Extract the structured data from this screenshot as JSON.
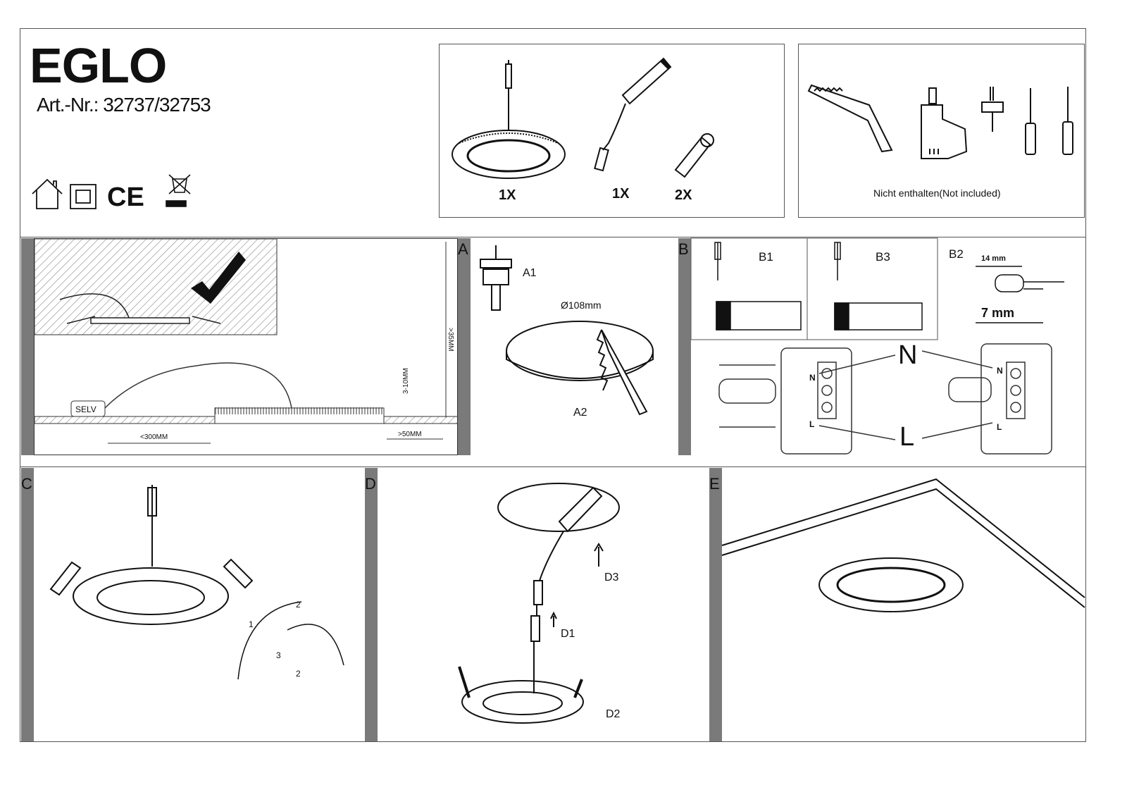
{
  "header": {
    "brand": "EGLO",
    "article_number": "Art.-Nr.: 32737/32753",
    "symbols": [
      "indoor-house-icon",
      "class-ii-double-square-icon",
      "ce-mark-icon",
      "weee-crossed-bin-icon"
    ],
    "ce_text": "CE"
  },
  "contents": {
    "items": [
      {
        "name": "led-panel",
        "qty": "1X"
      },
      {
        "name": "driver",
        "qty": "1X"
      },
      {
        "name": "spring-clip",
        "qty": "2X"
      }
    ]
  },
  "tools": {
    "icons": [
      "saw-icon",
      "drill-icon",
      "hole-saw-icon",
      "flat-screwdriver-icon",
      "phillips-screwdriver-icon"
    ],
    "note": "Nicht enthalten(Not included)"
  },
  "diagram_install": {
    "selv": "SELV",
    "dim_300": "<300MM",
    "dim_50": ">50MM",
    "dim_35": ">35MM",
    "dim_3_10": "3-10MM"
  },
  "sections": {
    "a": {
      "label": "A",
      "a1": "A1",
      "a2": "A2",
      "diameter": "Ø108mm"
    },
    "b": {
      "label": "B",
      "b1": "B1",
      "b3": "B3",
      "b2": "B2",
      "dim_14": "14 mm",
      "dim_7": "7 mm",
      "n": "N",
      "l": "L",
      "n_small": "N",
      "l_small": "L"
    },
    "c": {
      "label": "C",
      "step1": "1",
      "step2": "2",
      "step3": "3",
      "step2b": "2"
    },
    "d": {
      "label": "D",
      "d1": "D1",
      "d2": "D2",
      "d3": "D3"
    },
    "e": {
      "label": "E"
    }
  }
}
